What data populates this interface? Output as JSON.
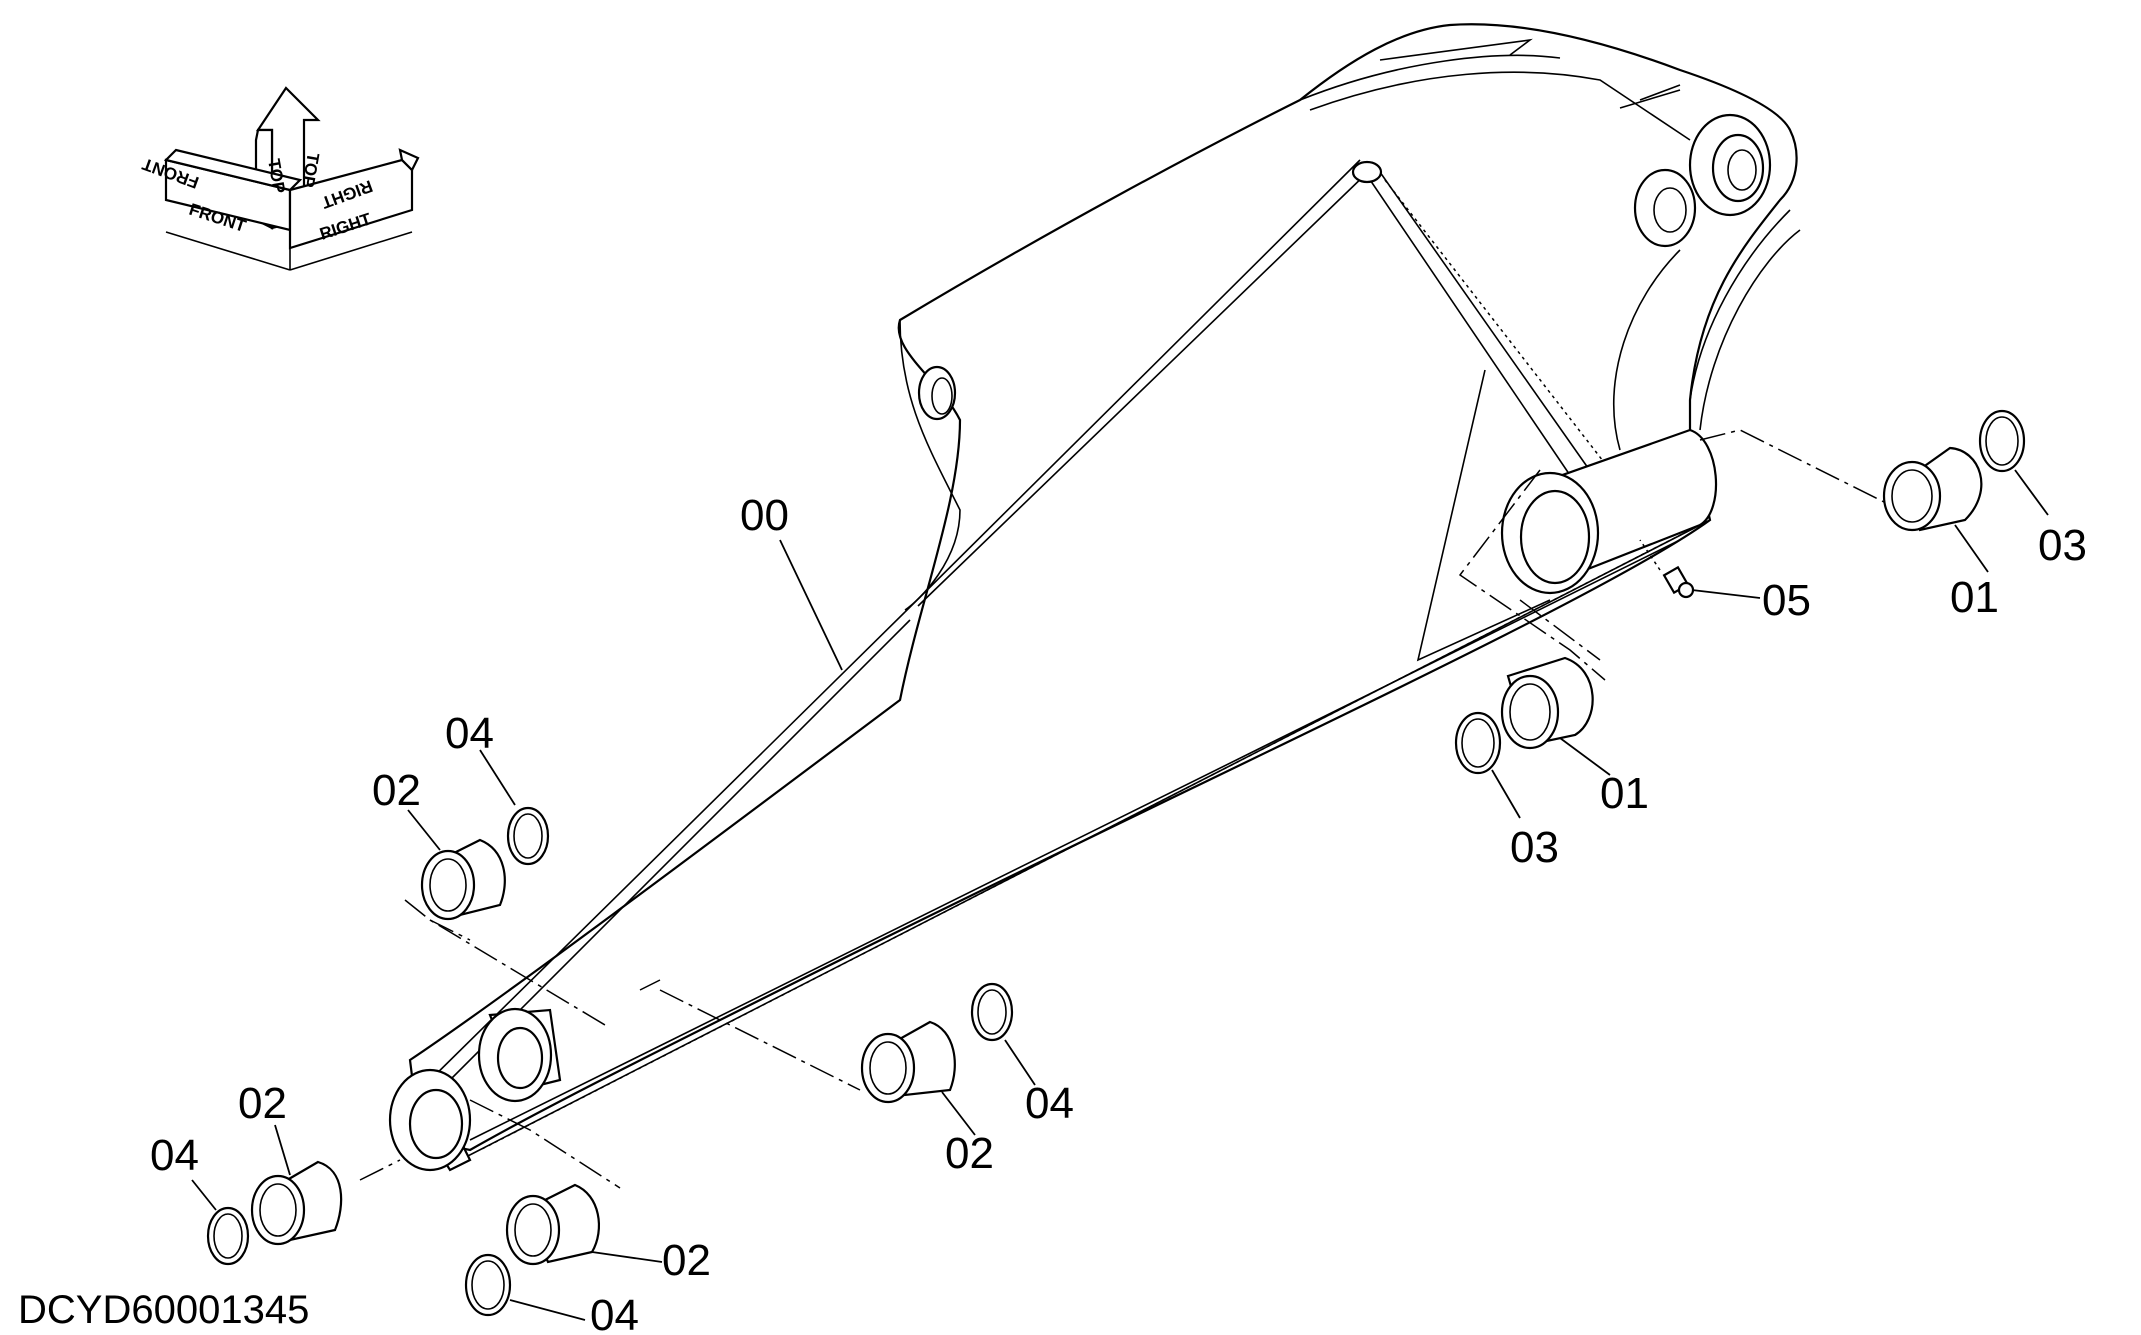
{
  "drawing": {
    "code": "DCYD60001345",
    "orientation_labels": {
      "front_upper": "FRONT",
      "front_lower": "FRONT",
      "top_left": "TOP",
      "top_right": "TOP",
      "right_upper": "RIGHT",
      "right_lower": "RIGHT"
    },
    "part_callouts": {
      "arm": "00",
      "bushing_right": "01",
      "bushing_center": "01",
      "ring_right": "03",
      "ring_center": "03",
      "grease_fitting": "05",
      "bushing_upper_left": "02",
      "ring_upper_left": "04",
      "bushing_mid": "02",
      "ring_mid": "04",
      "bushing_far_left": "02",
      "ring_far_left": "04",
      "bushing_lower": "02",
      "ring_lower": "04"
    }
  }
}
